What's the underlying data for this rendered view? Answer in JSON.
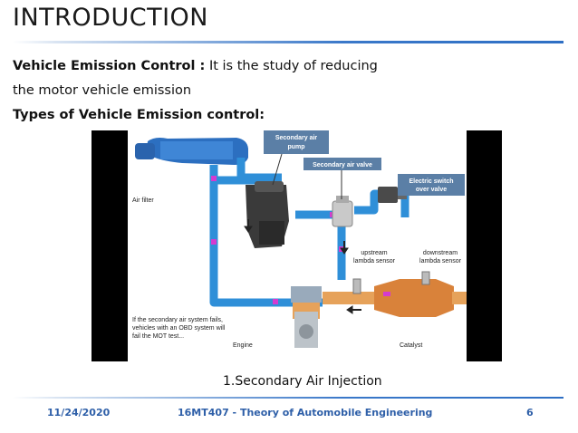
{
  "slide": {
    "title": "INTRODUCTION",
    "line1_bold": "Vehicle Emission Control :",
    "line1_rest": " It is the study of reducing",
    "line2": "the motor vehicle emission",
    "line3": "Types of Vehicle Emission control:",
    "caption": "1.Secondary Air Injection"
  },
  "figure": {
    "labels": {
      "secondary_air_pump_1": "Secondary air",
      "secondary_air_pump_2": "pump",
      "secondary_air_valve": "Secondary air valve",
      "electric_switch_1": "Electric switch",
      "electric_switch_2": "over valve",
      "air_filter": "Air filter",
      "upstream_1": "upstream",
      "upstream_2": "lambda sensor",
      "downstream_1": "downstream",
      "downstream_2": "lambda sensor",
      "note_1": "If the secondary air system fails,",
      "note_2": "vehicles with an OBD system will",
      "note_3": "fail the MOT test...",
      "engine": "Engine",
      "catalyst": "Catalyst"
    },
    "colors": {
      "air_pipe": "#2f8fd8",
      "callout_box": "#5b7fa6",
      "exhaust": "#e08a3c",
      "flow_marker": "#d43bd0"
    }
  },
  "footer": {
    "date": "11/24/2020",
    "course": "16MT407 - Theory of Automobile Engineering",
    "page": "6"
  }
}
